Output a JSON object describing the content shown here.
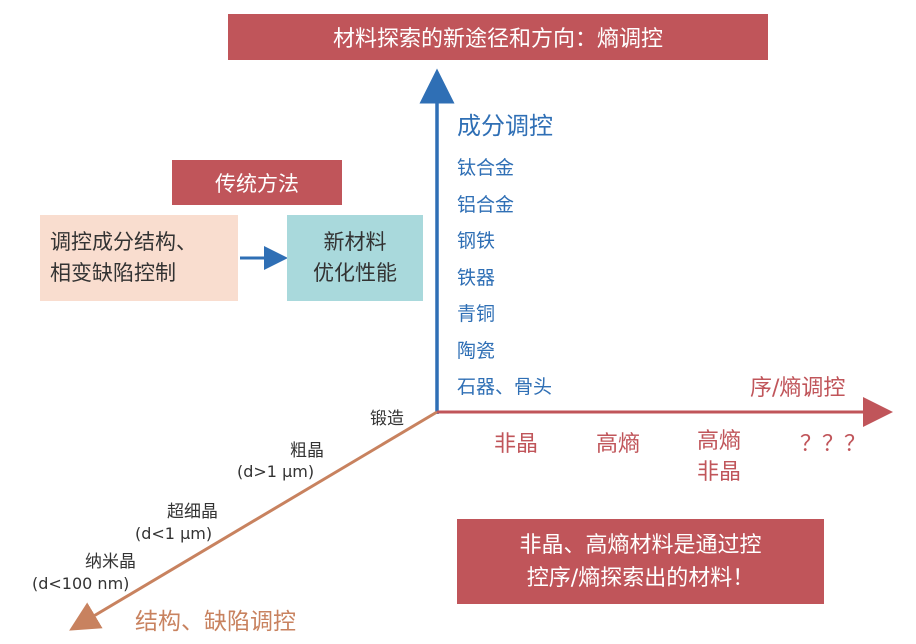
{
  "title": "材料探索的新途径和方向：熵调控",
  "traditional": {
    "label": "传统方法",
    "input_lines": [
      "调控成分结构、",
      "相变缺陷控制"
    ],
    "output_lines": [
      "新材料",
      "优化性能"
    ]
  },
  "vertical_axis": {
    "label": "成分调控",
    "items": [
      "钛合金",
      "铝合金",
      "钢铁",
      "铁器",
      "青铜",
      "陶瓷",
      "石器、骨头"
    ]
  },
  "horizontal_axis": {
    "label": "序/熵调控",
    "items": [
      "非晶",
      "高熵",
      "高熵",
      "非晶",
      "？？？"
    ]
  },
  "diagonal_axis": {
    "label": "结构、缺陷调控",
    "items": [
      {
        "name": "锻造",
        "size": ""
      },
      {
        "name": "粗晶",
        "size": "(d>1 μm)"
      },
      {
        "name": "超细晶",
        "size": "(d<1 μm)"
      },
      {
        "name": "纳米晶",
        "size": "(d<100 nm)"
      }
    ]
  },
  "conclusion_lines": [
    "非晶、高熵材料是通过控",
    "控序/熵探索出的材料！"
  ],
  "colors": {
    "red": "#c0555a",
    "blue": "#2f6fb5",
    "brown": "#c8825f",
    "peach": "#f9ddcf",
    "teal": "#a9d9dc"
  }
}
